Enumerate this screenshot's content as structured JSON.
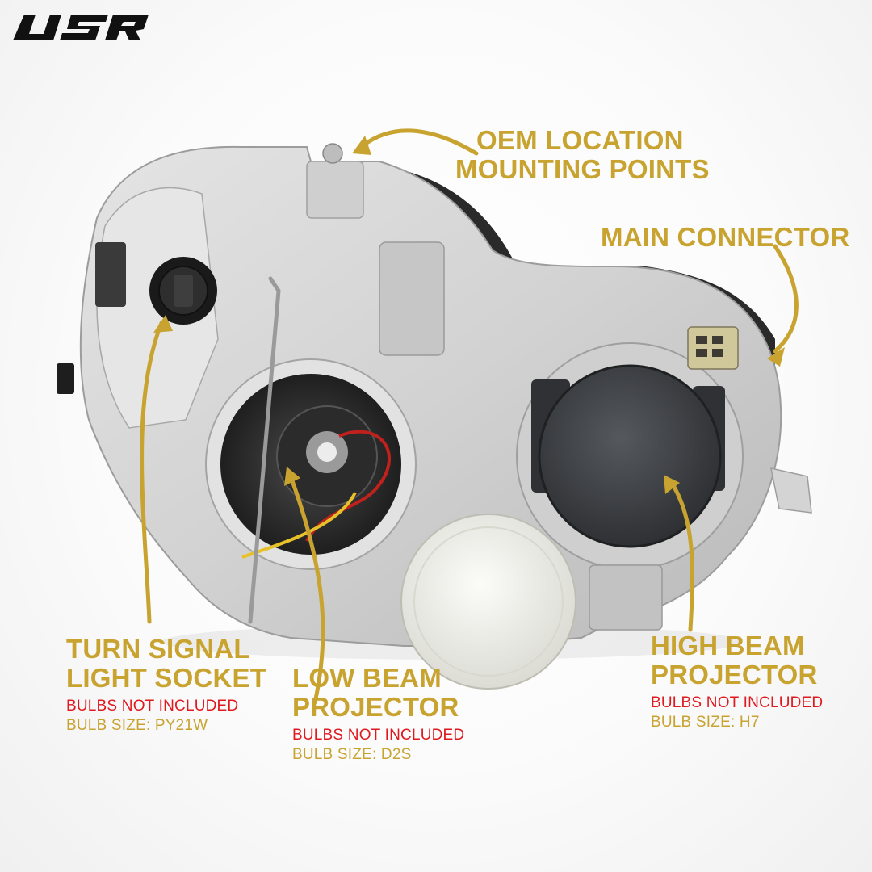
{
  "brand": {
    "logo_text": "USR"
  },
  "colors": {
    "gold": "#c8a330",
    "red": "#e0191f",
    "housing": "#d8d8d8",
    "cap": "#3c3f43",
    "dust_cap": "#f1f1ec"
  },
  "icons": {
    "logo": "usr-logo",
    "headlight": "headlight-assembly",
    "pointer": "curved-arrow"
  },
  "labels": {
    "mounting": {
      "line1": "OEM LOCATION",
      "line2": "MOUNTING POINTS"
    },
    "connector": {
      "line1": "MAIN CONNECTOR"
    },
    "turn_signal": {
      "line1": "TURN SIGNAL",
      "line2": "LIGHT SOCKET",
      "note": "BULBS NOT INCLUDED",
      "bulb": "BULB SIZE: PY21W"
    },
    "low_beam": {
      "line1": "LOW BEAM",
      "line2": "PROJECTOR",
      "note": "BULBS NOT INCLUDED",
      "bulb": "BULB SIZE: D2S"
    },
    "high_beam": {
      "line1": "HIGH BEAM",
      "line2": "PROJECTOR",
      "note": "BULBS NOT INCLUDED",
      "bulb": "BULB SIZE: H7"
    }
  }
}
